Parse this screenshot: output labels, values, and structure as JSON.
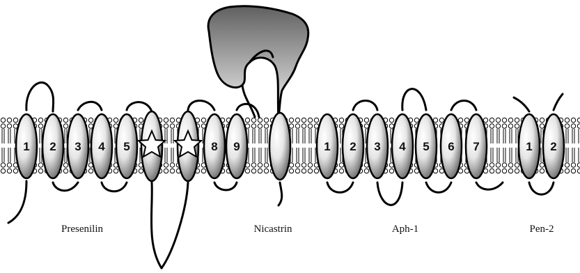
{
  "proteins": [
    {
      "name": "Presenilin",
      "helices": [
        "1",
        "2",
        "3",
        "4",
        "5",
        "",
        "",
        "8",
        "9"
      ]
    },
    {
      "name": "Nicastrin",
      "helices": [
        ""
      ]
    },
    {
      "name": "Aph-1",
      "helices": [
        "1",
        "2",
        "3",
        "4",
        "5",
        "6",
        "7"
      ]
    },
    {
      "name": "Pen-2",
      "helices": [
        "1",
        "2"
      ]
    }
  ],
  "markers": [
    {
      "type": "star",
      "protein": "Presenilin",
      "helix_index": 5
    },
    {
      "type": "star",
      "protein": "Presenilin",
      "helix_index": 6
    }
  ],
  "colors": {
    "membrane_head": "#ffffff",
    "membrane_outline": "#000000",
    "helix_light": "#ffffff",
    "helix_dark": "#5a5a5a",
    "nicastrin_domain_top": "#606060",
    "nicastrin_domain_bottom": "#f2f2f2"
  }
}
